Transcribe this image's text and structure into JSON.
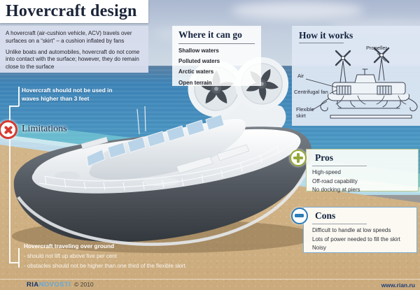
{
  "title": "Hovercraft design",
  "intro": {
    "p1": "A hovercraft (air-cushion vehicle, ACV) travels over surfaces on a “skirt” – a cushion inflated by fans",
    "p2": "Unlike boats and automobiles, hovercraft do not come into contact with the surface; however, they do remain close to the surface"
  },
  "where_it_can_go": {
    "heading": "Where it can go",
    "items": [
      "Shallow waters",
      "Polluted waters",
      "Arctic waters",
      "Open terrain"
    ]
  },
  "how_it_works": {
    "heading": "How it works",
    "labels": {
      "propeller": "Propeller",
      "air": "Air",
      "centrifugal_fan": "Centrifugal fan",
      "flexible_skirt": "Flexible skirt"
    }
  },
  "limitations": {
    "label": "Limitations",
    "waves_note": "Hovercraft should not be used in waves higher than 3 feet",
    "ground_note": {
      "heading": "Hovercraft traveling over ground",
      "items": [
        "- should not lift up above five per cent",
        "- obstacles should not be higher than one third of the flexible skirt"
      ]
    }
  },
  "pros": {
    "heading": "Pros",
    "items": [
      "High-speed",
      "Off-road capability",
      "No docking at piers"
    ]
  },
  "cons": {
    "heading": "Cons",
    "items": [
      "Difficult to handle at low speeds",
      "Lots of power needed to fill the skirt",
      "Noisy"
    ]
  },
  "footer": {
    "brand_ria": "RIA",
    "brand_novosti": "NOVOSTI",
    "copyright": "© 2010",
    "website": "www.rian.ru"
  },
  "colors": {
    "accent_red": "#d63a2f",
    "accent_green": "#94a839",
    "accent_blue": "#2d7cb8",
    "brand_navy": "#12356e",
    "brand_lightblue": "#64a9d9",
    "title_navy": "#1a2438"
  }
}
